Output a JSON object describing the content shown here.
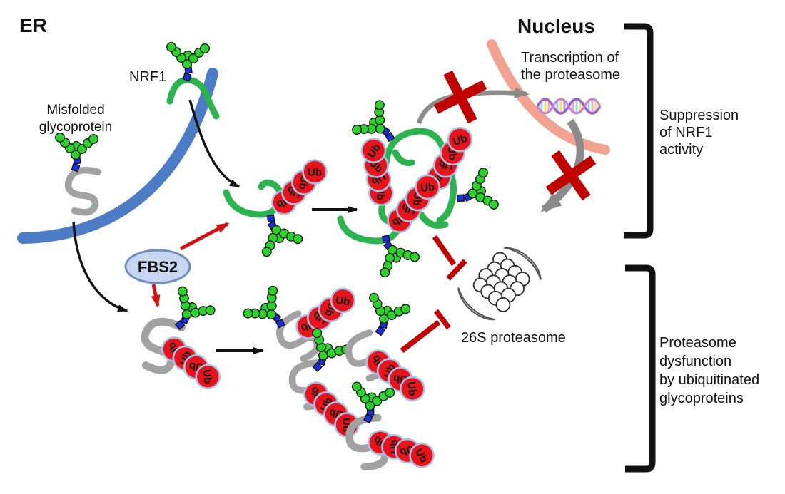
{
  "figure": {
    "region_labels": {
      "er": "ER",
      "nucleus": "Nucleus"
    },
    "molecule_labels": {
      "nrf1": "NRF1",
      "misfolded_line1": "Misfolded",
      "misfolded_line2": "glycoprotein",
      "fbs2": "FBS2",
      "ubiquitin": "Ub",
      "proteasome": "26S proteasome"
    },
    "process_labels": {
      "transcription_line1": "Transcription of",
      "transcription_line2": "the proteasome"
    },
    "annotations": {
      "suppression_line1": "Suppression",
      "suppression_line2": "of NRF1",
      "suppression_line3": "activity",
      "dysfunction_line1": "Proteasome",
      "dysfunction_line2": "dysfunction",
      "dysfunction_line3": "by ubiquitinated",
      "dysfunction_line4": "glycoproteins"
    },
    "colors": {
      "er_membrane": "#4d7cc6",
      "nuclear_membrane": "#f2a291",
      "nrf1_green": "#2cb24e",
      "glycan_green": "#2ed02e",
      "glycan_linker_blue": "#1b2ee0",
      "ubiquitin_red": "#e8141c",
      "ubiquitin_outline": "#a9c0e8",
      "misfolded_protein_gray": "#a2a2a2",
      "arrow_gray": "#8b8b8b",
      "block_red": "#c00000",
      "fbs2_fill": "#c8d7ef",
      "fbs2_outline": "#6d8cbf",
      "text_black": "#111111"
    }
  }
}
